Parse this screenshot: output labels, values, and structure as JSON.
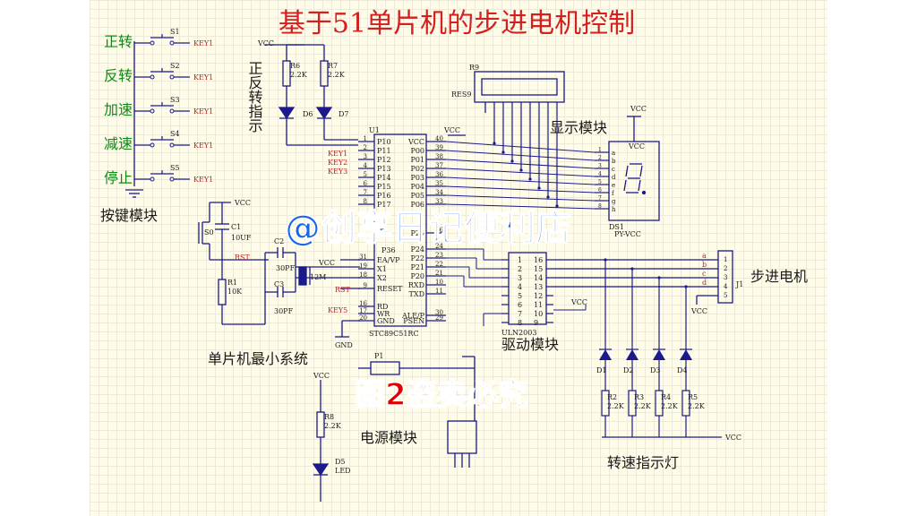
{
  "title": "基于51单片机的步进电机控制",
  "module_labels": {
    "keys": "按键模块",
    "min_system": "单片机最小系统",
    "power": "电源模块",
    "driver": "驱动模块",
    "display": "显示模块",
    "motor": "步进电机",
    "speed_led": "转速指示灯",
    "dir_led": "正反转指示"
  },
  "buttons": [
    {
      "label": "正转",
      "ref": "S1",
      "net": "KEY1"
    },
    {
      "label": "反转",
      "ref": "S2",
      "net": "KEY1"
    },
    {
      "label": "加速",
      "ref": "S3",
      "net": "KEY1"
    },
    {
      "label": "减速",
      "ref": "S4",
      "net": "KEY1"
    },
    {
      "label": "停止",
      "ref": "S5",
      "net": "KEY1"
    }
  ],
  "mcu": {
    "ref": "U1",
    "part": "STC89C51RC",
    "left_pins": [
      {
        "num": "1",
        "name": "P10"
      },
      {
        "num": "2",
        "name": "P11"
      },
      {
        "num": "3",
        "name": "P12"
      },
      {
        "num": "4",
        "name": "P13"
      },
      {
        "num": "5",
        "name": "P14"
      },
      {
        "num": "6",
        "name": "P15"
      },
      {
        "num": "7",
        "name": "P16"
      },
      {
        "num": "8",
        "name": "P17"
      },
      {
        "num": "31",
        "name": "EA/VP"
      },
      {
        "num": "19",
        "name": "X1"
      },
      {
        "num": "18",
        "name": "X2"
      },
      {
        "num": "9",
        "name": "RESET"
      },
      {
        "num": "16",
        "name": "RD"
      },
      {
        "num": "17",
        "name": "WR"
      },
      {
        "num": "20",
        "name": "GND"
      }
    ],
    "right_pins": [
      {
        "num": "40",
        "name": "VCC"
      },
      {
        "num": "39",
        "name": "P00"
      },
      {
        "num": "38",
        "name": "P01"
      },
      {
        "num": "37",
        "name": "P02"
      },
      {
        "num": "36",
        "name": "P03"
      },
      {
        "num": "35",
        "name": "P04"
      },
      {
        "num": "34",
        "name": "P05"
      },
      {
        "num": "33",
        "name": "P06"
      },
      {
        "num": "26",
        "name": "P25"
      },
      {
        "num": "24",
        "name": "P24"
      },
      {
        "num": "23",
        "name": "P22"
      },
      {
        "num": "22",
        "name": "P21"
      },
      {
        "num": "21",
        "name": "P20"
      },
      {
        "num": "10",
        "name": "RXD"
      },
      {
        "num": "11",
        "name": "TXD"
      },
      {
        "num": "30",
        "name": "ALE/P"
      },
      {
        "num": "29",
        "name": "PSEN"
      }
    ],
    "key_nets": [
      "KEY1",
      "KEY2",
      "KEY3",
      "KEY5"
    ],
    "extra": "P36"
  },
  "power_nets": {
    "vcc": "VCC",
    "gnd": "GND",
    "rst": "RST"
  },
  "components": {
    "R6": {
      "ref": "R6",
      "value": "2.2K"
    },
    "R7": {
      "ref": "R7",
      "value": "2.2K"
    },
    "D6": "D6",
    "D7": "D7",
    "C1": {
      "ref": "C1",
      "value": "10UF"
    },
    "S0": "S0",
    "R1": {
      "ref": "R1",
      "value": "10K"
    },
    "C2": {
      "ref": "C2",
      "value": "30PF"
    },
    "C3": {
      "ref": "C3",
      "value": "30PF"
    },
    "Y1": "12M",
    "R8": {
      "ref": "R8",
      "value": "2.2K"
    },
    "D5": {
      "ref": "D5",
      "value": "LED"
    },
    "P1": "P1",
    "R9": {
      "ref": "R9",
      "value": "RES9"
    },
    "DS1": {
      "ref": "DS1",
      "part": "PY-VCC"
    },
    "U2": "ULN2003",
    "J1": "J1",
    "speed_leds": [
      "D1",
      "D2",
      "D3",
      "D4"
    ],
    "speed_res": [
      {
        "ref": "R2",
        "value": "2.2K"
      },
      {
        "ref": "R3",
        "value": "2.2K"
      },
      {
        "ref": "R4",
        "value": "2.2K"
      },
      {
        "ref": "R5",
        "value": "2.2K"
      }
    ]
  },
  "seg_pins": [
    "a",
    "b",
    "c",
    "d",
    "e",
    "f",
    "g",
    "h"
  ],
  "motor_phases": [
    "a",
    "b",
    "c",
    "d"
  ],
  "uln_left": [
    "1",
    "2",
    "3",
    "4",
    "5",
    "6",
    "7",
    "8"
  ],
  "uln_right": [
    "16",
    "15",
    "14",
    "13",
    "12",
    "11",
    "10",
    "9"
  ],
  "watermarks": {
    "shop": "@创享日记便利店",
    "warning": "图2盗卖必究"
  },
  "colors": {
    "wire": "#1a1a8c",
    "title": "#d42020",
    "label": "#1a1a1a",
    "green": "#0b8a12",
    "red_net": "#c41c1c",
    "watermark_shop": "#1a66e8",
    "watermark_warn": "#e00000"
  }
}
